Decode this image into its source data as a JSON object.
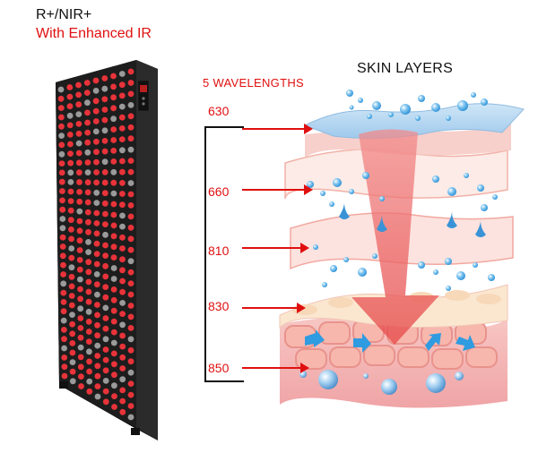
{
  "header": {
    "line1": "R+/NIR+",
    "line2": "With Enhanced IR"
  },
  "wavelengths": {
    "title": "5 WAVELENGTHS",
    "items": [
      "630",
      "660",
      "810",
      "830",
      "850"
    ]
  },
  "skin": {
    "title": "SKIN LAYERS"
  },
  "colors": {
    "accent_red": "#e01010",
    "panel": "#1b1b1b",
    "led_red": "#e8333a",
    "led_gray": "#9a9a9a"
  }
}
